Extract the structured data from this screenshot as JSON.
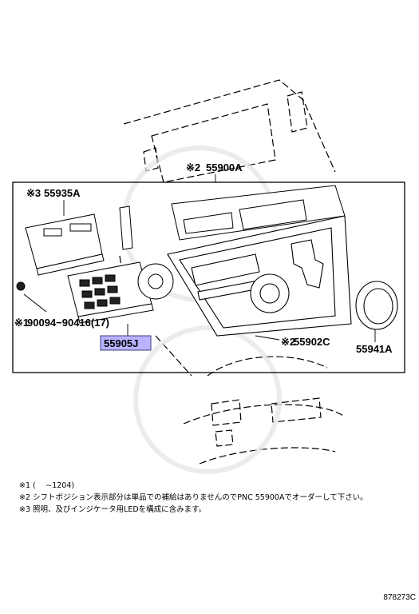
{
  "parts": {
    "p55900a": {
      "ref": "※2",
      "number": "55900A"
    },
    "p55935a": {
      "ref": "※3",
      "number": "55935A"
    },
    "p90094": {
      "ref": "※1",
      "number": "90094−90416(17)"
    },
    "p55905j": {
      "ref": "",
      "number": "55905J"
    },
    "p55902c": {
      "ref": "※2",
      "number": "55902C"
    },
    "p55941a": {
      "ref": "",
      "number": "55941A"
    }
  },
  "notes": [
    "※1 (　 −1204)",
    "※2 シフトポジション表示部分は単品での補給はありませんのでPNC 55900Aでオーダーして下さい。",
    "※3 照明、及びインジケータ用LEDを構成に含みます。"
  ],
  "figure_number": "878273C",
  "colors": {
    "highlight": "#b9b3ff",
    "line": "#000000"
  }
}
